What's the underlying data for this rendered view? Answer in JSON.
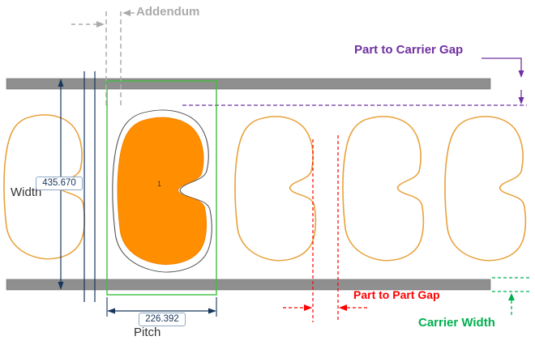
{
  "diagram": {
    "labels": {
      "addendum": "Addendum",
      "part_to_carrier_gap": "Part to Carrier Gap",
      "width": "Width",
      "width_value": "435.670",
      "pitch": "Pitch",
      "pitch_value": "226.392",
      "part_to_part_gap": "Part to Part Gap",
      "carrier_width": "Carrier Width",
      "part_number": "1"
    },
    "colors": {
      "part_fill": "#FF8F00",
      "part_outline": "#E8A23C",
      "carrier_bar": "#8F8F8F",
      "dimension_navy": "#17365D",
      "pitch_box_green": "#3DBE3D",
      "addendum_gray": "#ABABAB",
      "carrier_gap_purple": "#7030A0",
      "part_gap_red": "#FF0000",
      "carrier_width_green": "#00B050"
    }
  }
}
